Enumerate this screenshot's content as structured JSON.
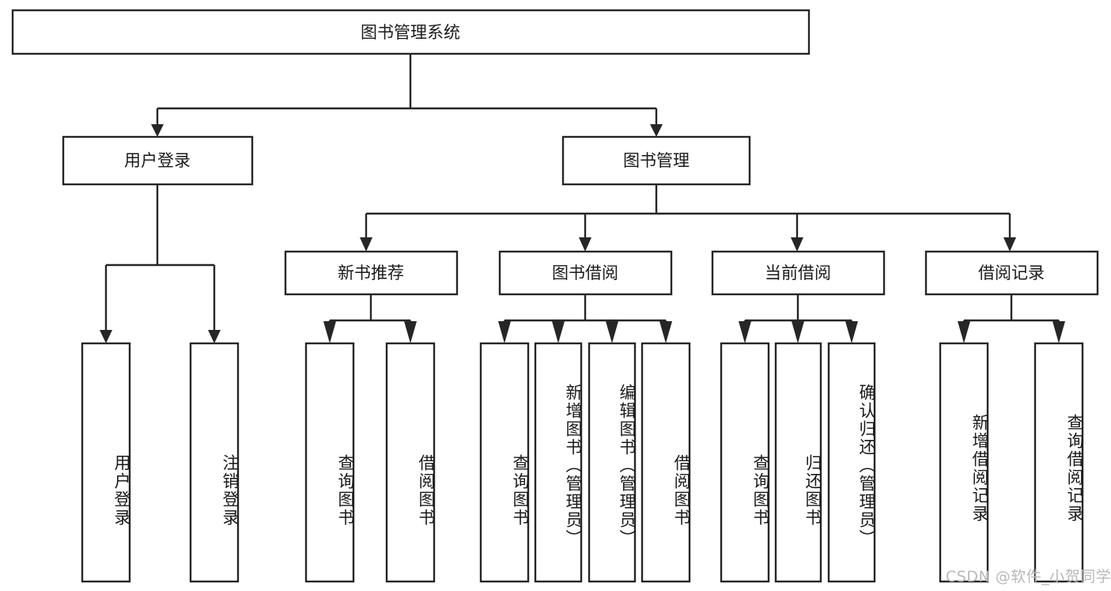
{
  "diagram": {
    "title": "图书管理系统",
    "type": "tree-hierarchy",
    "root": {
      "label": "图书管理系统"
    },
    "level2": [
      {
        "label": "用户登录"
      },
      {
        "label": "图书管理"
      }
    ],
    "level3": [
      {
        "label": "新书推荐"
      },
      {
        "label": "图书借阅"
      },
      {
        "label": "当前借阅"
      },
      {
        "label": "借阅记录"
      }
    ],
    "leaves": {
      "user_login": [
        {
          "label": "用户登录"
        },
        {
          "label": "注销登录"
        }
      ],
      "new_book_recommend": [
        {
          "label": "查询图书"
        },
        {
          "label": "借阅图书"
        }
      ],
      "book_borrow": [
        {
          "label": "查询图书"
        },
        {
          "label": "新增图书（管理员）"
        },
        {
          "label": "编辑图书（管理员）"
        },
        {
          "label": "借阅图书"
        }
      ],
      "current_borrow": [
        {
          "label": "查询图书"
        },
        {
          "label": "归还图书"
        },
        {
          "label": "确认归还（管理员）"
        }
      ],
      "borrow_record": [
        {
          "label": "新增借阅记录"
        },
        {
          "label": "查询借阅记录"
        }
      ]
    }
  },
  "watermark": {
    "text": "CSDN @软件_小贺同学"
  },
  "colors": {
    "stroke": "#262626",
    "box_fill": "#ffffff",
    "text": "#1a1a1a",
    "watermark": "#b9b9b9",
    "background": "#ffffff"
  }
}
